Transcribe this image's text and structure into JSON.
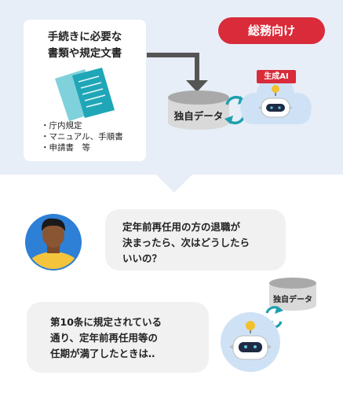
{
  "badge": {
    "label": "総務向け"
  },
  "documents": {
    "title_line1": "手続きに必要な",
    "title_line2": "書類や規定文書",
    "items": [
      "庁内規定",
      "マニュアル、手順書",
      "申請書　等"
    ],
    "icon": "document-stack-icon"
  },
  "top_database": {
    "label": "独自データ"
  },
  "ai": {
    "tag": "生成AI",
    "icon": "robot-icon"
  },
  "chat": {
    "question": [
      "定年前再任用の方の退職が",
      "決まったら、次はどうしたら",
      "いいの？"
    ],
    "answer": [
      "第10条に規定されている",
      "通り、定年前再任用等の",
      "任期が満了したときは‥"
    ]
  },
  "bottom_database": {
    "label": "独自データ"
  },
  "colors": {
    "panel_bg": "#e7eef8",
    "accent_red": "#d92b39",
    "doc_teal": "#1fa7b8",
    "sync_teal": "#1e9fae",
    "cloud_blue": "#cfe2f5",
    "bubble_bg": "#f1f1f1"
  }
}
